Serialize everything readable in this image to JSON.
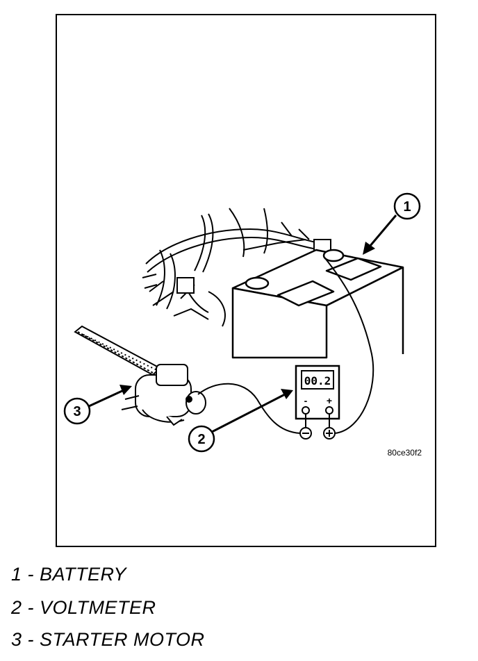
{
  "figure": {
    "image_code": "80ce30f2",
    "voltmeter_display": "00.2",
    "voltmeter_negative": "-",
    "voltmeter_positive": "+",
    "callouts": [
      "1",
      "2",
      "3"
    ]
  },
  "legend": [
    "1 - BATTERY",
    "2 - VOLTMETER",
    "3 - STARTER MOTOR"
  ]
}
